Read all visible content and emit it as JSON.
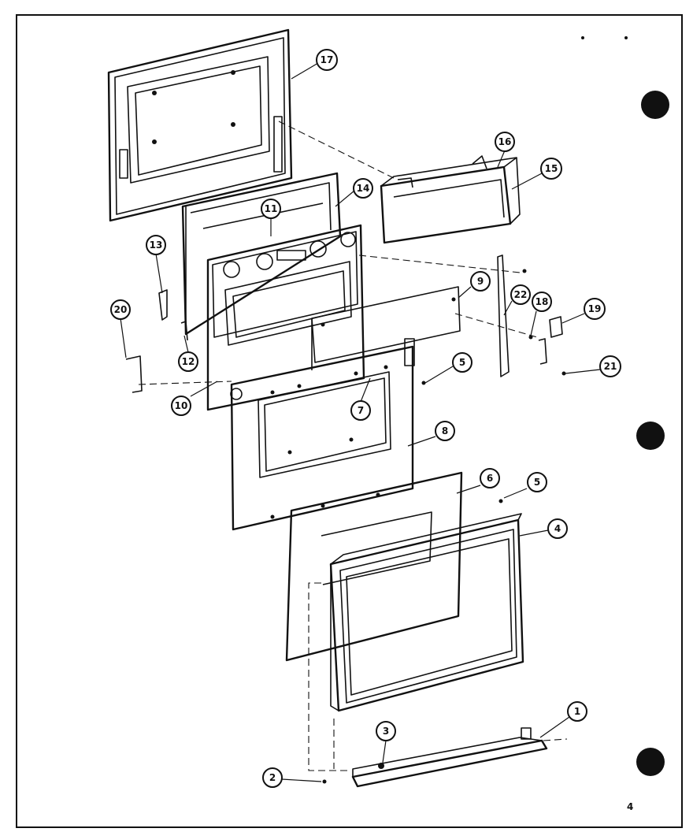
{
  "page_number": "4",
  "callouts": [
    {
      "label": "17"
    },
    {
      "label": "16"
    },
    {
      "label": "15"
    },
    {
      "label": "14"
    },
    {
      "label": "11"
    },
    {
      "label": "13"
    },
    {
      "label": "9"
    },
    {
      "label": "22"
    },
    {
      "label": "18"
    },
    {
      "label": "19"
    },
    {
      "label": "20"
    },
    {
      "label": "12"
    },
    {
      "label": "5"
    },
    {
      "label": "21"
    },
    {
      "label": "10"
    },
    {
      "label": "7"
    },
    {
      "label": "8"
    },
    {
      "label": "6"
    },
    {
      "label": "5"
    },
    {
      "label": "4"
    },
    {
      "label": "1"
    },
    {
      "label": "3"
    },
    {
      "label": "2"
    }
  ]
}
